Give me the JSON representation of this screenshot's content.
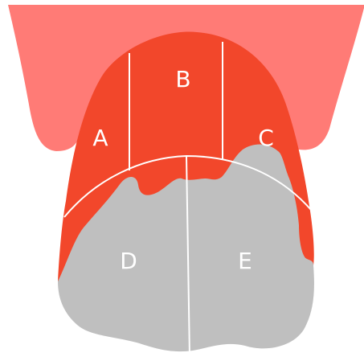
{
  "colors": {
    "background": "#ffffff",
    "outer_band": "#ff7b76",
    "affected_area": "#f2472b",
    "unaffected_area": "#bfbfbf",
    "divider_lines": "#ffffff",
    "label_text": "#ffffff"
  },
  "regions": {
    "a": {
      "label": "A"
    },
    "b": {
      "label": "B"
    },
    "c": {
      "label": "C"
    },
    "d": {
      "label": "D"
    },
    "e": {
      "label": "E"
    }
  }
}
